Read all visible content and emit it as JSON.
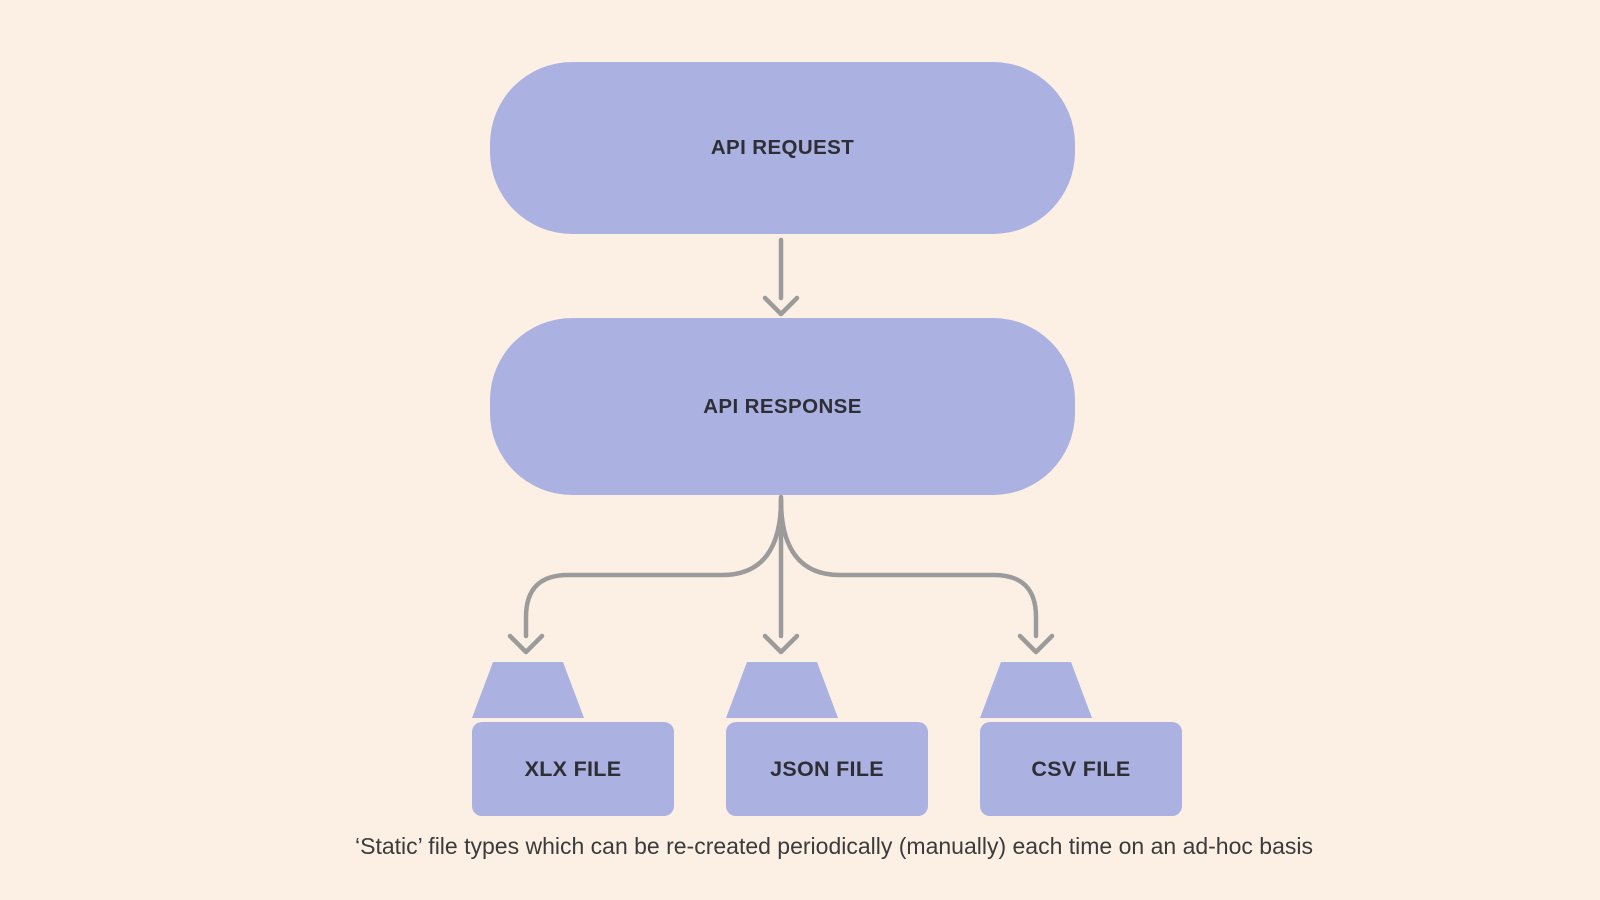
{
  "colors": {
    "background": "#fcf0e4",
    "shape_fill": "#abb1e1",
    "arrow": "#9b9b9b",
    "shape_label": "#2e2f36",
    "caption": "#3b3b3b"
  },
  "diagram": {
    "nodes": [
      {
        "id": "api-request",
        "label": "API REQUEST"
      },
      {
        "id": "api-response",
        "label": "API RESPONSE"
      }
    ],
    "folders": [
      {
        "id": "xlx-file",
        "label": "XLX FILE"
      },
      {
        "id": "json-file",
        "label": "JSON FILE"
      },
      {
        "id": "csv-file",
        "label": "CSV FILE"
      }
    ],
    "edges": [
      {
        "from": "API REQUEST",
        "to": "API RESPONSE"
      },
      {
        "from": "API RESPONSE",
        "to": "XLX FILE"
      },
      {
        "from": "API RESPONSE",
        "to": "JSON FILE"
      },
      {
        "from": "API RESPONSE",
        "to": "CSV FILE"
      }
    ],
    "caption": "‘Static’ file types which can be re-created periodically (manually) each time on an ad-hoc basis"
  }
}
